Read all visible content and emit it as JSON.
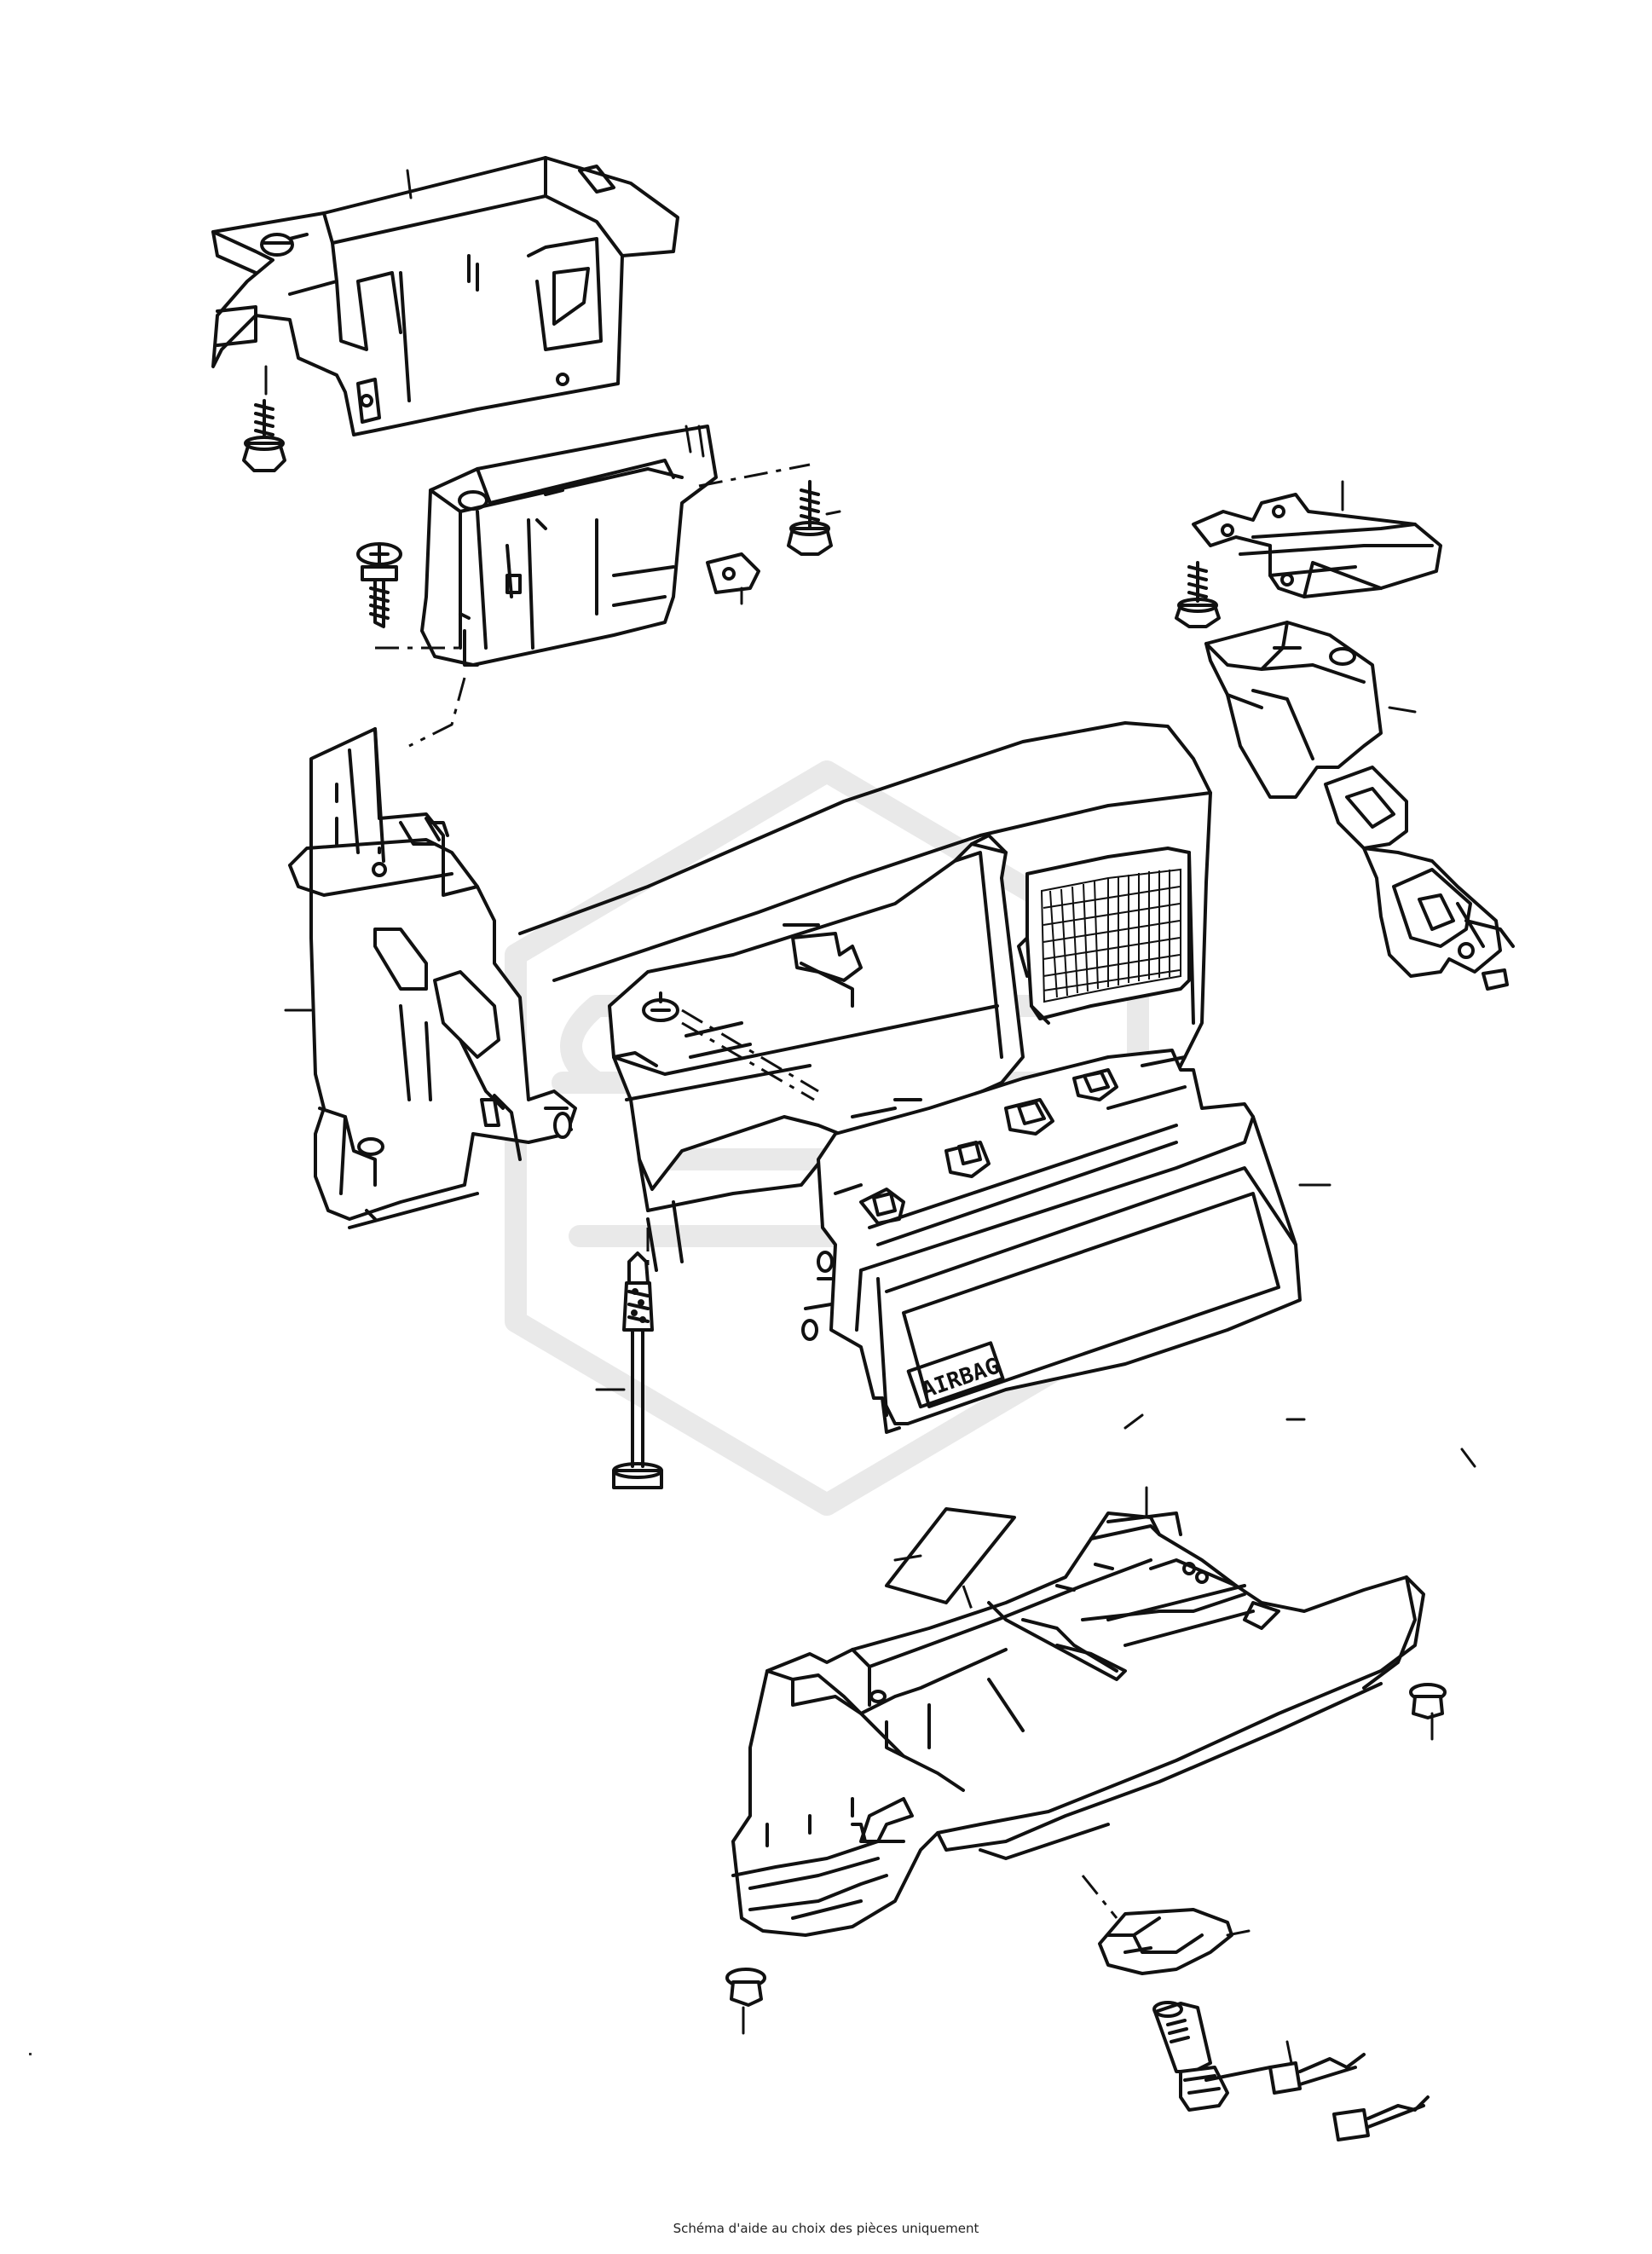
{
  "caption": "Schéma d'aide au choix des pièces uniquement",
  "airbag_label": "AIRBAG",
  "watermark_color": "#e9e9e9",
  "line_color": "#111111",
  "parts": [
    "upper-mounting-bracket",
    "center-support-bracket",
    "left-side-bracket",
    "right-mounting-plate",
    "right-side-bracket",
    "dashboard-housing",
    "passenger-airbag-module",
    "threaded-stud",
    "glove-box",
    "glove-box-lock",
    "lock-cylinder",
    "keys",
    "screws",
    "clip-nuts"
  ]
}
